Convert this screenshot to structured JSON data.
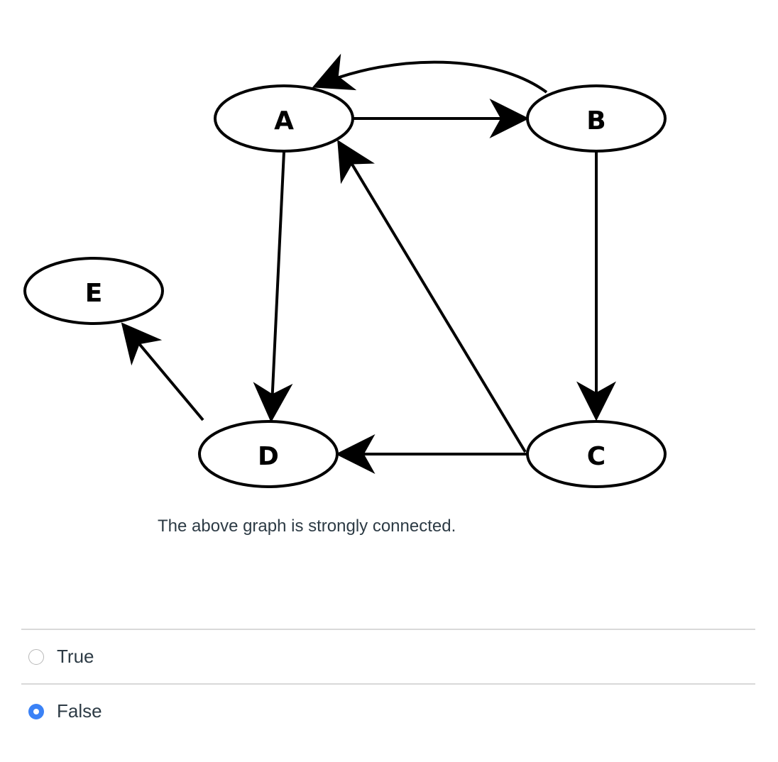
{
  "graph": {
    "nodes": [
      {
        "id": "A",
        "label": "A"
      },
      {
        "id": "B",
        "label": "B"
      },
      {
        "id": "C",
        "label": "C"
      },
      {
        "id": "D",
        "label": "D"
      },
      {
        "id": "E",
        "label": "E"
      }
    ],
    "edges": [
      {
        "from": "A",
        "to": "B"
      },
      {
        "from": "B",
        "to": "A"
      },
      {
        "from": "B",
        "to": "C"
      },
      {
        "from": "C",
        "to": "A"
      },
      {
        "from": "C",
        "to": "D"
      },
      {
        "from": "A",
        "to": "D"
      },
      {
        "from": "D",
        "to": "E"
      }
    ]
  },
  "question": {
    "text": "The above graph is strongly connected."
  },
  "answers": [
    {
      "label": "True",
      "selected": false
    },
    {
      "label": "False",
      "selected": true
    }
  ],
  "colors": {
    "selected_radio": "#3b82f6",
    "text": "#2d3b45",
    "divider": "#d9d9d9"
  }
}
